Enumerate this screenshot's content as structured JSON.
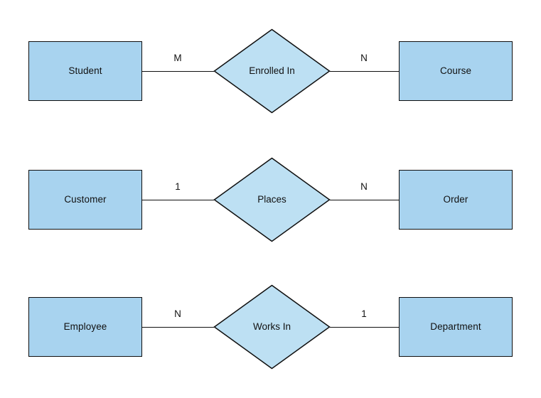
{
  "diagram": {
    "type": "entity-relationship-diagram",
    "background_color": "#ffffff",
    "entity_fill_color": "#a8d3ef",
    "relationship_fill_color": "#bde0f3",
    "stroke_color": "#0f0f0f",
    "text_color": "#111111",
    "relationships": [
      {
        "left_entity": "Student",
        "left_cardinality": "M",
        "relationship": "Enrolled In",
        "right_cardinality": "N",
        "right_entity": "Course"
      },
      {
        "left_entity": "Customer",
        "left_cardinality": "1",
        "relationship": "Places",
        "right_cardinality": "N",
        "right_entity": "Order"
      },
      {
        "left_entity": "Employee",
        "left_cardinality": "N",
        "relationship": "Works In",
        "right_cardinality": "1",
        "right_entity": "Department"
      }
    ]
  }
}
